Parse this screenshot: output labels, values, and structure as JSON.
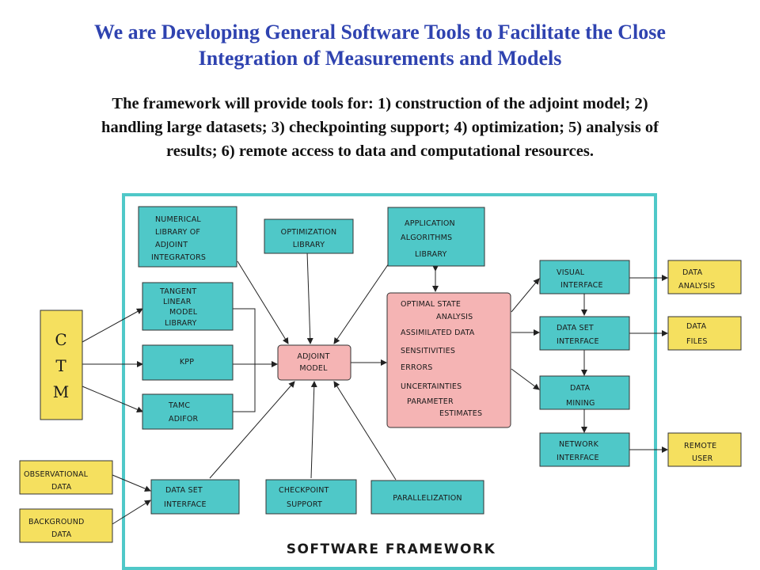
{
  "header": {
    "title_line1": "We are Developing General Software Tools to Facilitate the Close",
    "title_line2": "Integration of Measurements and Models",
    "subtitle_line1": "The framework will provide tools for: 1) construction of the adjoint model; 2)",
    "subtitle_line2": "handling large datasets; 3) checkpointing support; 4) optimization; 5) analysis of",
    "subtitle_line3": "results; 6) remote access to data and computational resources."
  },
  "diagram": {
    "frame_label": "SOFTWARE FRAMEWORK",
    "ctm": [
      "C",
      "T",
      "M"
    ],
    "numerical_library": [
      "NUMERICAL",
      "LIBRARY OF",
      "ADJOINT",
      "INTEGRATORS"
    ],
    "optimization_library": [
      "OPTIMIZATION",
      "LIBRARY"
    ],
    "application_library": [
      "APPLICATION",
      "ALGORITHMS",
      "LIBRARY"
    ],
    "tangent_linear": [
      "TANGENT",
      "LINEAR",
      "MODEL",
      "LIBRARY"
    ],
    "kpp": "KPP",
    "tamc": [
      "TAMC",
      "ADIFOR"
    ],
    "adjoint_model": [
      "ADJOINT",
      "MODEL"
    ],
    "optimal_state": [
      "OPTIMAL STATE",
      "ANALYSIS",
      "ASSIMILATED DATA",
      "SENSITIVITIES",
      "ERRORS",
      "UNCERTAINTIES",
      "PARAMETER",
      "ESTIMATES"
    ],
    "visual_interface": [
      "VISUAL",
      "INTERFACE"
    ],
    "data_set_interface_right": [
      "DATA SET",
      "INTERFACE"
    ],
    "data_mining": [
      "DATA",
      "MINING"
    ],
    "network_interface": [
      "NETWORK",
      "INTERFACE"
    ],
    "data_analysis": [
      "DATA",
      "ANALYSIS"
    ],
    "data_files": [
      "DATA",
      "FILES"
    ],
    "remote_user": [
      "REMOTE",
      "USER"
    ],
    "observational_data": [
      "OBSERVATIONAL",
      "DATA"
    ],
    "background_data": [
      "BACKGROUND",
      "DATA"
    ],
    "data_set_interface_bottom": [
      "DATA SET",
      "INTERFACE"
    ],
    "checkpoint_support": [
      "CHECKPOINT",
      "SUPPORT"
    ],
    "parallelization": "PARALLELIZATION"
  },
  "colors": {
    "title": "#2f43b0",
    "teal_box": "#4fc8c8",
    "yellow_box": "#f5e05f",
    "pink_box": "#f5b4b4",
    "frame": "#4fc8c8"
  }
}
